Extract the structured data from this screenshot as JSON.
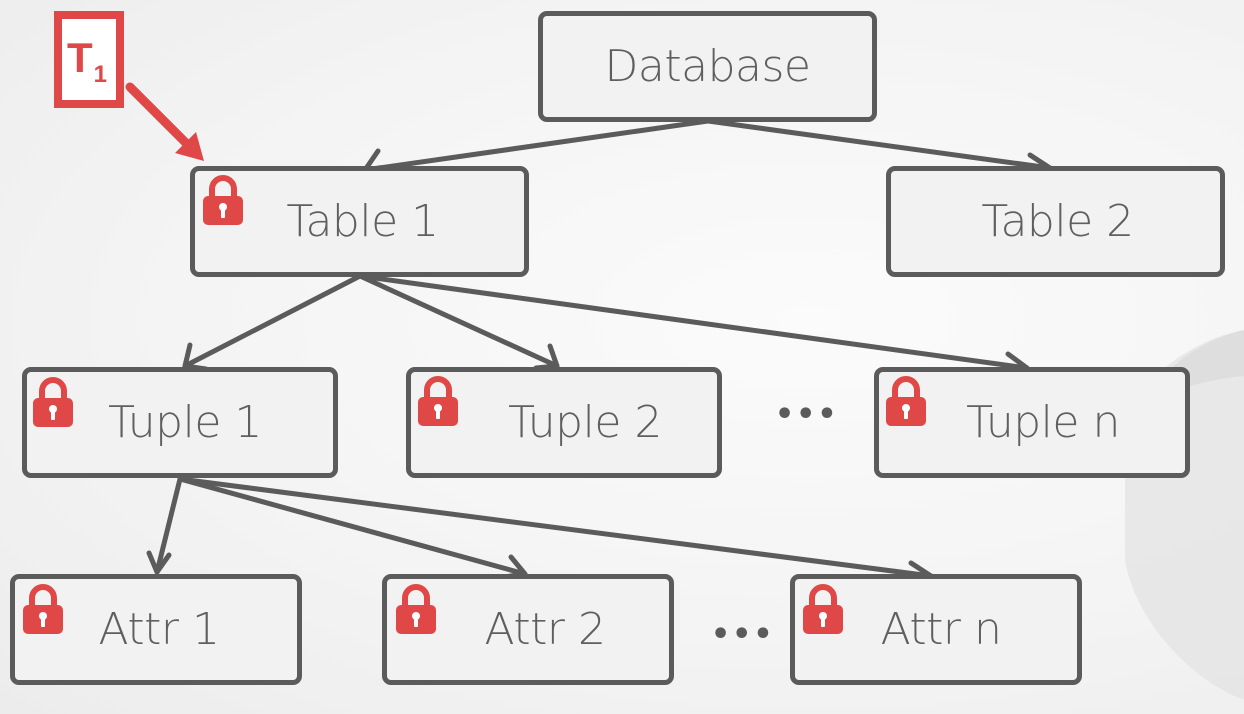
{
  "diagram": {
    "transaction": {
      "label": "T",
      "subscript": "1"
    },
    "nodes": {
      "database": "Database",
      "table1": "Table 1",
      "table2": "Table 2",
      "tuple1": "Tuple 1",
      "tuple2": "Tuple 2",
      "tuplen": "Tuple n",
      "attr1": "Attr 1",
      "attr2": "Attr 2",
      "attrn": "Attr n"
    },
    "ellipsis_tuples": "•••",
    "ellipsis_attrs": "•••",
    "colors": {
      "lock": "#e04848",
      "edge": "#5b5b5b",
      "node_fill": "#f2f2f2"
    },
    "icons": {
      "lock": "padlock-icon"
    }
  }
}
